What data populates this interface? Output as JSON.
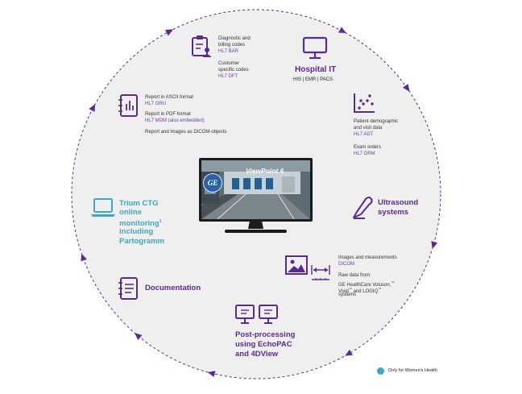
{
  "colors": {
    "purple": "#5b2a91",
    "teal": "#3fa7c2",
    "circle_fill": "#efefef",
    "dash": "#5b2a91"
  },
  "center": {
    "title": "ViewPoint 6",
    "logo": "GE"
  },
  "hospital_it": {
    "title": "Hospital IT",
    "subtitle": "HIS | EMR | PACS",
    "icon": "monitor-icon"
  },
  "billing": {
    "icon": "clipboard-user-icon",
    "line1": "Diagnostic and",
    "line2": "billing codes",
    "code1": "HL7 BAR",
    "line3": "Customer",
    "line4": "specific codes",
    "code2": "HL7 DFT"
  },
  "report": {
    "icon": "report-chart-icon",
    "line1": "Report in ASCII format",
    "code1": "HL7 ORU",
    "line2": "Report in PDF format",
    "code2": "HL7 MDM (also embedded)",
    "line3": "Report and images as DICOM-objects"
  },
  "patient": {
    "icon": "scatter-chart-icon",
    "line1": "Patient demographic",
    "line2": "and visit data",
    "code1": "HL7 ADT",
    "line3": "Exam orders",
    "code2": "HL7 ORM"
  },
  "ultrasound": {
    "icon": "ultrasound-probe-icon",
    "line1": "Ultrasound",
    "line2": "systems"
  },
  "trium": {
    "icon": "laptop-icon",
    "line1": "Trium CTG",
    "line2": "online",
    "line3": "monitoring",
    "sup": "1",
    "line4": "including",
    "line5": "Partogramm"
  },
  "images": {
    "icon1": "image-icon",
    "icon2": "measure-icon",
    "line1": "Images and measurements",
    "code1": "DICOM",
    "line2": "Raw data from:",
    "line3": "GE HealthCare Voluson,",
    "sup1": "™",
    "line4": "Vivid",
    "sup2": "™",
    "line5": "and LOGIQ",
    "sup3": "™",
    "line6": "systems"
  },
  "documentation": {
    "icon": "document-icon",
    "title": "Documentation"
  },
  "postprocessing": {
    "icon": "dual-monitor-icon",
    "line1": "Post-processing",
    "line2": "using EchoPAC",
    "line3": "and 4DView"
  },
  "footnote": {
    "text": "Only for Women's Health"
  }
}
